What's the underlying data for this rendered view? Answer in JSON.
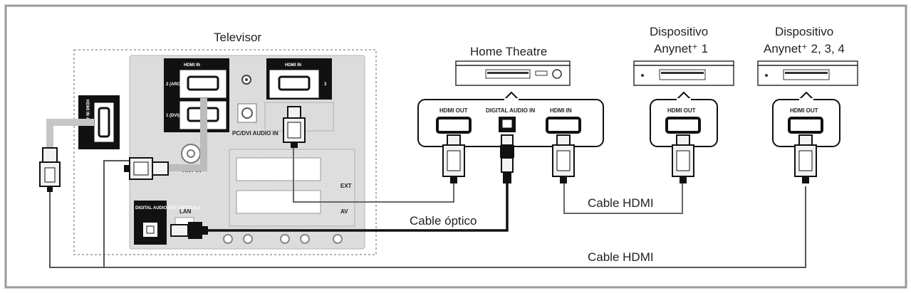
{
  "labels": {
    "tv": "Televisor",
    "home_theatre": "Home Theatre",
    "device1_line1": "Dispositivo",
    "device1_line2": "Anynet⁺ 1",
    "device2_line1": "Dispositivo",
    "device2_line2": "Anynet⁺ 2, 3, 4",
    "cable_optical": "Cable óptico",
    "cable_hdmi_upper": "Cable HDMI",
    "cable_hdmi_lower": "Cable HDMI"
  },
  "tv_ports": {
    "hdmi_in_top_left": "HDMI IN",
    "hdmi_in_top_right": "HDMI IN",
    "hdmi_side": "HDMI IN 4",
    "port2": "2 (ARC)",
    "port1": "1 (DVI)",
    "port3": "3",
    "pc_dvi": "PC/DVI AUDIO IN",
    "ant_in": "ANT IN",
    "digital_audio_out": "DIGITAL AUDIO OUT (OPTICAL)",
    "lan": "LAN",
    "ext": "EXT",
    "av": "AV"
  },
  "ht_ports": {
    "hdmi_out": "HDMI OUT",
    "digital_audio_in": "DIGITAL AUDIO IN",
    "hdmi_in": "HDMI IN"
  },
  "device_ports": {
    "device1_hdmi_out": "HDMI OUT",
    "device2_hdmi_out": "HDMI OUT"
  },
  "colors": {
    "frame": "#9a9a9a",
    "panel_bg": "#dcdcdc",
    "cable_black": "#111111",
    "cable_gray": "#555555",
    "connector_fill": "#f2f2f2"
  }
}
